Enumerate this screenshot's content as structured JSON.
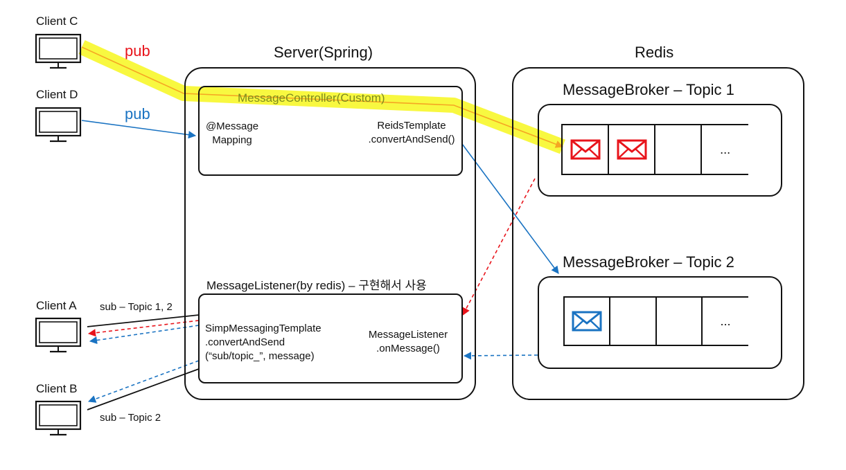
{
  "clients": {
    "c": {
      "label": "Client C"
    },
    "d": {
      "label": "Client D"
    },
    "a": {
      "label": "Client A"
    },
    "b": {
      "label": "Client B"
    }
  },
  "server": {
    "title": "Server(Spring)",
    "controller": {
      "title": "MessageController(Custom)",
      "mapping_line1": "@Message",
      "mapping_line2": "Mapping",
      "template_line1": "ReidsTemplate",
      "template_line2": ".convertAndSend()"
    },
    "listener": {
      "title": "MessageListener(by redis) – 구현해서 사용",
      "simp_line1": "SimpMessagingTemplate",
      "simp_line2": ".convertAndSend",
      "simp_line3": "(“sub/topic_”, message)",
      "onmessage_line1": "MessageListener",
      "onmessage_line2": ".onMessage()"
    }
  },
  "redis": {
    "title": "Redis",
    "topic1": {
      "title": "MessageBroker – Topic 1",
      "ellipsis": "..."
    },
    "topic2": {
      "title": "MessageBroker – Topic 2",
      "ellipsis": "..."
    }
  },
  "labels": {
    "pub_c": "pub",
    "pub_d": "pub",
    "sub_a": "sub – Topic 1, 2",
    "sub_b": "sub – Topic 2"
  },
  "colors": {
    "red": "#e8141b",
    "blue": "#1a73c2",
    "highlight": "#f5f500",
    "orange": "#f5a623"
  },
  "icons": {
    "client": "monitor-icon",
    "message": "envelope-icon"
  }
}
